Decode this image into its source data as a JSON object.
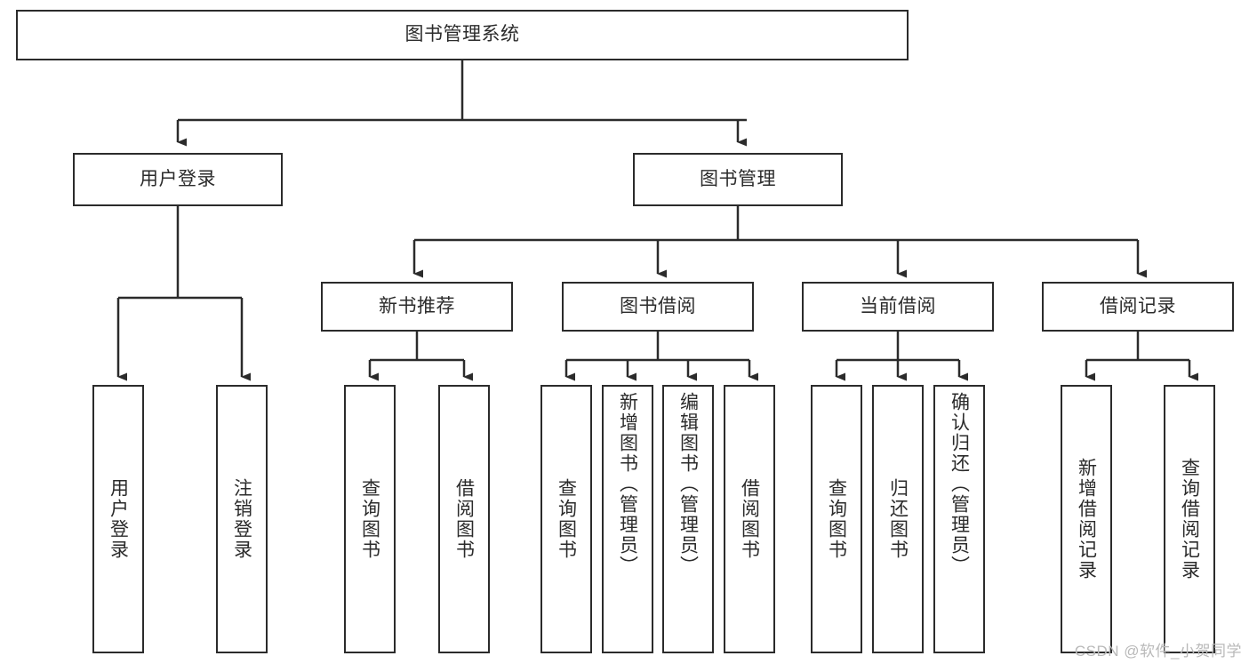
{
  "diagram": {
    "title": "图书管理系统",
    "type": "tree-hierarchy",
    "watermark": "CSDN @软件_小贺同学",
    "colors": {
      "stroke": "#2b2b2b",
      "fill": "#ffffff",
      "background": "#ffffff",
      "watermark": "#b9b9b9"
    }
  },
  "nodes": {
    "root": {
      "label": "图书管理系统"
    },
    "level1": [
      {
        "label": "用户登录"
      },
      {
        "label": "图书管理"
      }
    ],
    "level2": [
      {
        "label": "新书推荐"
      },
      {
        "label": "图书借阅"
      },
      {
        "label": "当前借阅"
      },
      {
        "label": "借阅记录"
      }
    ],
    "leaves": {
      "user_login": [
        {
          "label": "用户登录"
        },
        {
          "label": "注销登录"
        }
      ],
      "new_book_recommend": [
        {
          "label": "查询图书"
        },
        {
          "label": "借阅图书"
        }
      ],
      "book_borrow": [
        {
          "label": "查询图书"
        },
        {
          "label": "新增图书（管理员）"
        },
        {
          "label": "编辑图书（管理员）"
        },
        {
          "label": "借阅图书"
        }
      ],
      "current_borrow": [
        {
          "label": "查询图书"
        },
        {
          "label": "归还图书"
        },
        {
          "label": "确认归还（管理员）"
        }
      ],
      "borrow_record": [
        {
          "label": "新增借阅记录"
        },
        {
          "label": "查询借阅记录"
        }
      ]
    }
  }
}
